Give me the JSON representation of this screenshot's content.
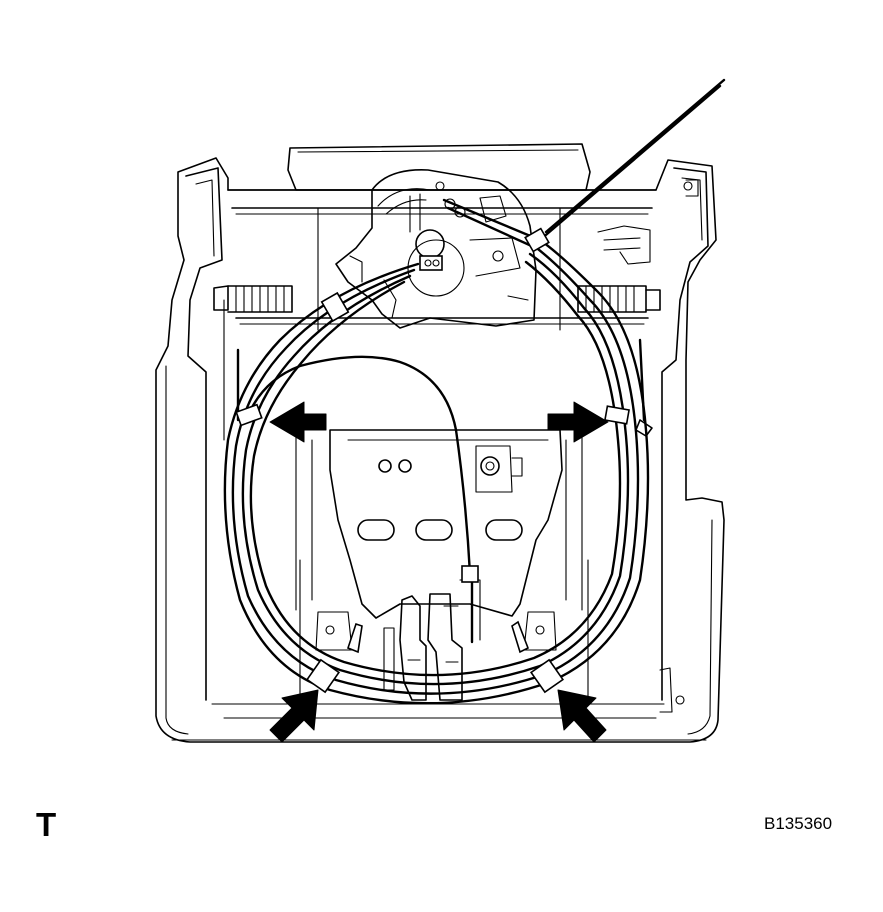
{
  "figure": {
    "corner_letter": "T",
    "figure_code": "B135360"
  },
  "callouts": {
    "arrow_count": 4,
    "arrow_icon": "solid-black-arrow-icon"
  }
}
